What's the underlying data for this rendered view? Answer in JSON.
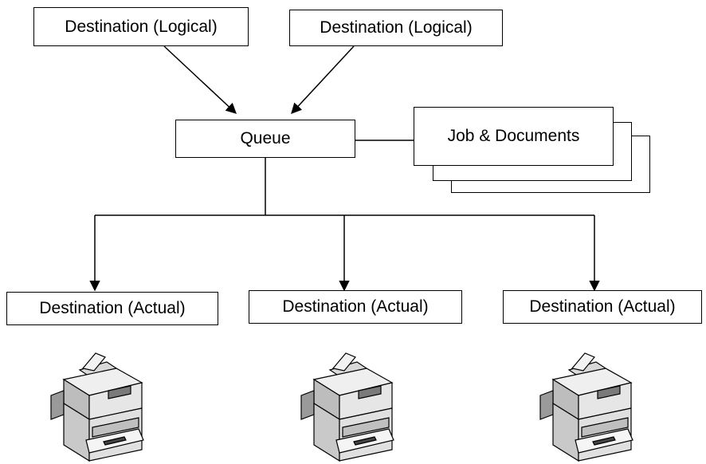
{
  "diagram": {
    "logical_destinations": [
      {
        "label": "Destination (Logical)"
      },
      {
        "label": "Destination (Logical)"
      }
    ],
    "queue": {
      "label": "Queue"
    },
    "jobs": {
      "label": "Job & Documents"
    },
    "actual_destinations": [
      {
        "label": "Destination (Actual)"
      },
      {
        "label": "Destination (Actual)"
      },
      {
        "label": "Destination (Actual)"
      }
    ],
    "printers": [
      {
        "icon": "printer-icon"
      },
      {
        "icon": "printer-icon"
      },
      {
        "icon": "printer-icon"
      }
    ],
    "colors": {
      "line": "#000000",
      "box_fill": "#ffffff",
      "printer_body": "#e6e6e6",
      "printer_shade": "#9a9a9a"
    }
  }
}
